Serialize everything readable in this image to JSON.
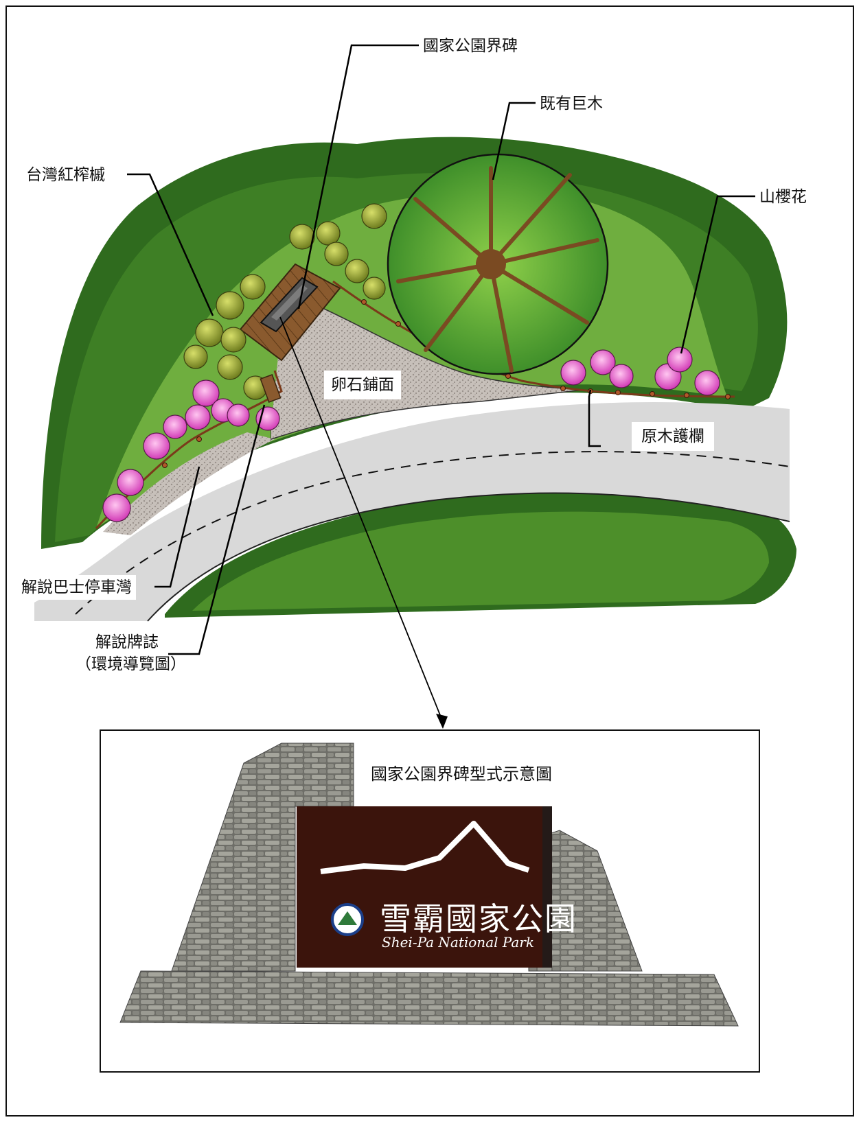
{
  "labels": {
    "boundary_monument": "國家公園界碑",
    "existing_tree": "既有巨木",
    "red_maple": "台灣紅榨槭",
    "cherry": "山櫻花",
    "pebble_paving": "卵石鋪面",
    "log_railing": "原木護欄",
    "bus_bay": "解說巴士停車灣",
    "sign_line1": "解說牌誌",
    "sign_line2": "（環境導覽圖）"
  },
  "detail": {
    "title": "國家公園界碑型式示意圖",
    "sign_chinese": "雪霸國家公園",
    "sign_english": "Shei-Pa National Park"
  },
  "colors": {
    "forest_dark": "#2f6b1e",
    "forest_mid": "#4d8f2a",
    "lawn": "#6fae3f",
    "road": "#d9d9d9",
    "pebble": "#b9b3ae",
    "deck": "#8a5a2e",
    "cherry_pink": "#e05bc8",
    "shrub_olive": "#9aa83a",
    "sign_brown": "#3b140c",
    "stone": "#7d7d76"
  }
}
